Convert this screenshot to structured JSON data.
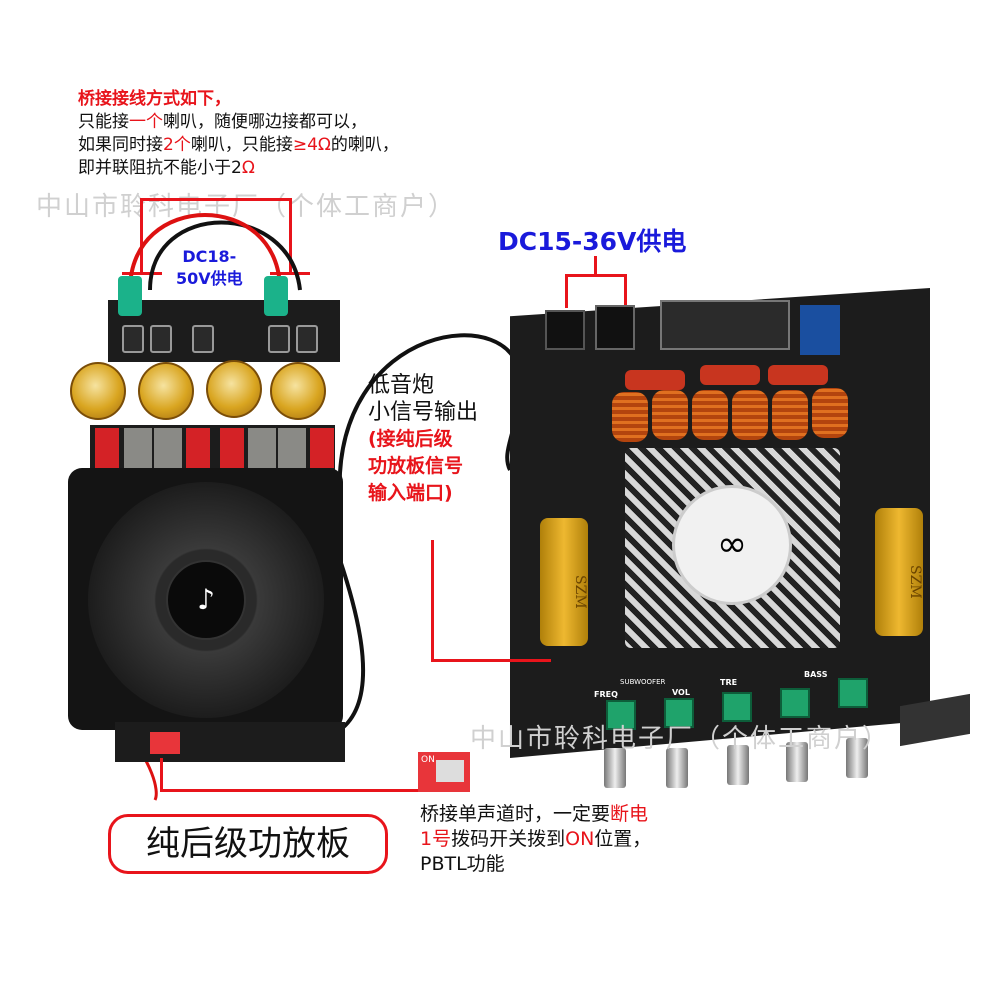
{
  "top_note": {
    "line1": "桥接接线方式如下，",
    "line2_a": "只能接",
    "line2_b": "一个",
    "line2_c": "喇叭，随便哪边接都可以，",
    "line3_a": "如果同时接",
    "line3_b": "2个",
    "line3_c": "喇叭，只能接",
    "line3_d": "≥4Ω",
    "line3_e": "的喇叭，",
    "line4_a": "即并联阻抗不能小于2",
    "line4_b": "Ω"
  },
  "left_power_label": {
    "line1": "DC18-",
    "line2": "50V供电"
  },
  "right_power_label": "DC15-36V供电",
  "sub_output_note": {
    "line1": "低音炮",
    "line2": "小信号输出",
    "line3": "(接纯后级",
    "line4": "功放板信号",
    "line5": "输入端口)"
  },
  "bottom_note": {
    "line1_a": "桥接单声道时，一定要",
    "line1_b": "断电",
    "line2_a": "1号",
    "line2_b": "拨码开关拨到",
    "line2_c": "ON",
    "line2_d": "位置，",
    "line3": "PBTL功能"
  },
  "product_label": "纯后级功放板",
  "watermark": "中山市聆科电子厂（个体工商户）",
  "board_silkscreen": {
    "freq": "FREQ",
    "subwoofer": "SUBWOOFER",
    "vol": "VOL",
    "tre": "TRE",
    "bass": "BASS",
    "cap_brand": "SZM",
    "dip_on": "ON"
  },
  "colors": {
    "accent_red": "#e8141b",
    "label_blue": "#1a1adb",
    "pcb": "#1c1c1c",
    "capacitor": "#d9a520"
  }
}
